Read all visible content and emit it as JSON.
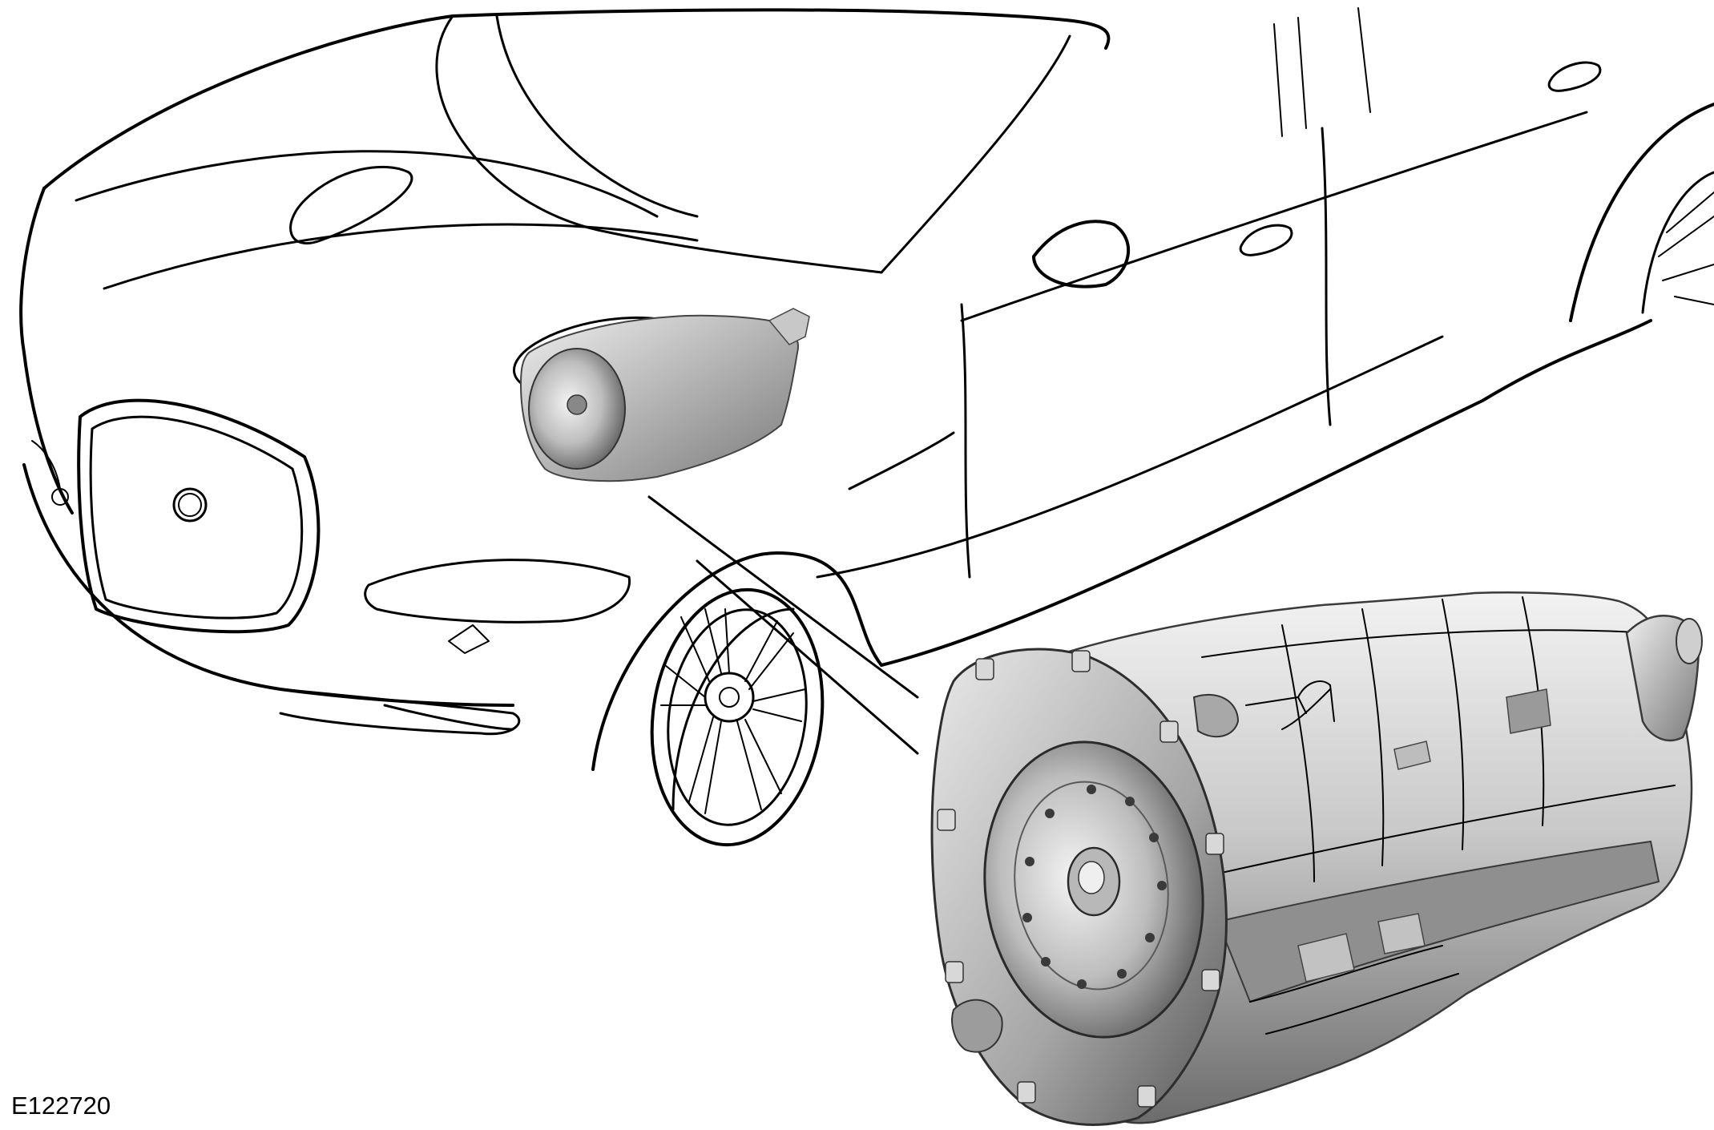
{
  "figure": {
    "figure_id": "E122720"
  },
  "colors": {
    "line": "#000000",
    "background": "#ffffff",
    "metal_light": "#e4e4e4",
    "metal_mid": "#a8a8a8",
    "metal_dark": "#5a5a5a"
  },
  "components": {
    "vehicle": "car-outline-illustration",
    "callout": "transmission-location-callout",
    "detail": "automatic-transmission-detail"
  }
}
